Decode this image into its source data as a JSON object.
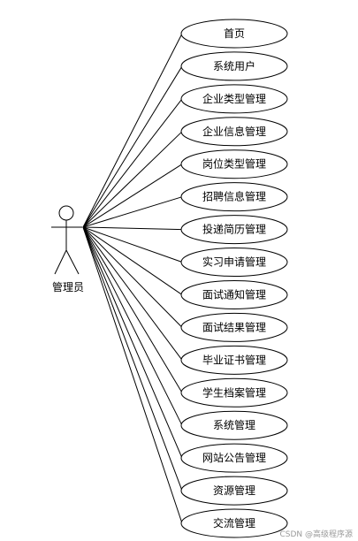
{
  "actor": {
    "name": "管理员",
    "icon": "stick-figure-actor"
  },
  "use_cases": [
    {
      "label": "首页"
    },
    {
      "label": "系统用户"
    },
    {
      "label": "企业类型管理"
    },
    {
      "label": "企业信息管理"
    },
    {
      "label": "岗位类型管理"
    },
    {
      "label": "招聘信息管理"
    },
    {
      "label": "投递简历管理"
    },
    {
      "label": "实习申请管理"
    },
    {
      "label": "面试通知管理"
    },
    {
      "label": "面试结果管理"
    },
    {
      "label": "毕业证书管理"
    },
    {
      "label": "学生档案管理"
    },
    {
      "label": "系统管理"
    },
    {
      "label": "网站公告管理"
    },
    {
      "label": "资源管理"
    },
    {
      "label": "交流管理"
    }
  ],
  "watermark": "CSDN @高级程序源"
}
